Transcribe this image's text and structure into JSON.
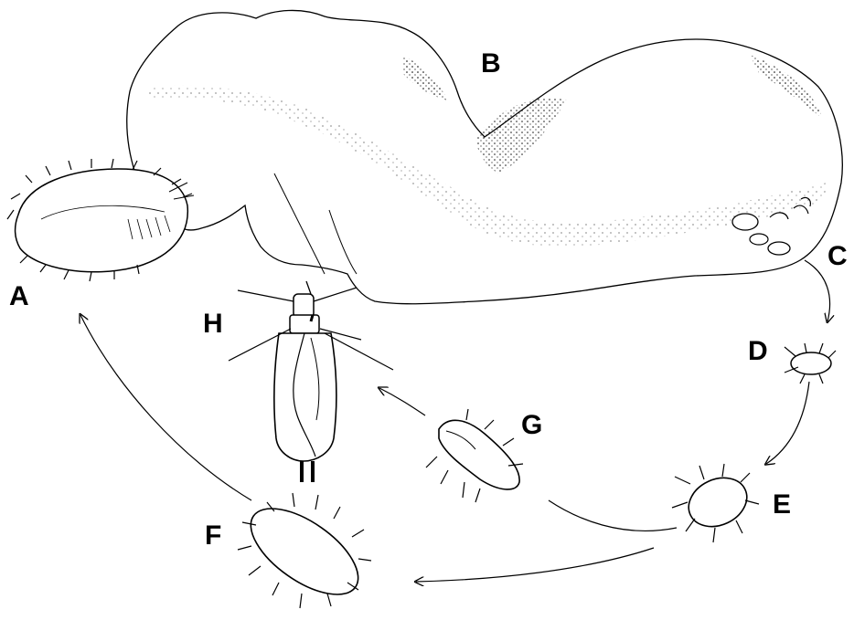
{
  "labels": {
    "a": "A",
    "b": "B",
    "c": "C",
    "d": "D",
    "e": "E",
    "f": "F",
    "g": "G",
    "h": "H"
  },
  "colors": {
    "ink": "#000000",
    "background": "#ffffff"
  }
}
